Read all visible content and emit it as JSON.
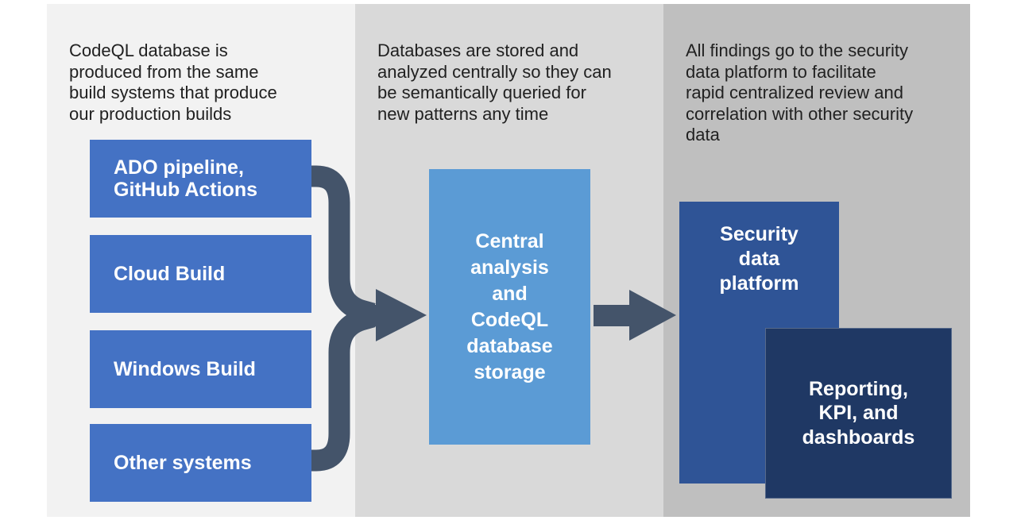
{
  "diagram_title": "",
  "colors": {
    "panel1_bg": "#f2f2f2",
    "panel2_bg": "#d9d9d9",
    "panel3_bg": "#bfbfbf",
    "source_box_bg": "#4472c4",
    "central_box_bg": "#5b9bd5",
    "platform_box_bg": "#2f5496",
    "reporting_box_bg": "#1f3864",
    "arrow_color": "#44546a",
    "caption_text": "#212121",
    "box_text": "#ffffff"
  },
  "panels": [
    {
      "caption": "CodeQL database is\nproduced from the same\nbuild systems that produce\nour production builds",
      "boxes": [
        {
          "label": "ADO pipeline,\nGitHub Actions"
        },
        {
          "label": "Cloud Build"
        },
        {
          "label": "Windows Build"
        },
        {
          "label": "Other systems"
        }
      ]
    },
    {
      "caption": "Databases are stored and\nanalyzed centrally so they can\nbe semantically queried for\nnew patterns any time",
      "boxes": [
        {
          "label": "Central\nanalysis\nand\nCodeQL\ndatabase\nstorage"
        }
      ]
    },
    {
      "caption": "All findings go to the security\ndata platform to facilitate\nrapid centralized review and\ncorrelation with other security\ndata",
      "boxes": [
        {
          "label": "Security\ndata\nplatform"
        },
        {
          "label": "Reporting,\nKPI, and\ndashboards"
        }
      ]
    }
  ],
  "arrows": [
    {
      "name": "merge-arrow",
      "from": [
        "ADO pipeline, GitHub Actions",
        "Cloud Build",
        "Windows Build",
        "Other systems"
      ],
      "to": "Central analysis and CodeQL database storage"
    },
    {
      "name": "flow-arrow",
      "from": "Central analysis and CodeQL database storage",
      "to": "Security data platform"
    }
  ]
}
